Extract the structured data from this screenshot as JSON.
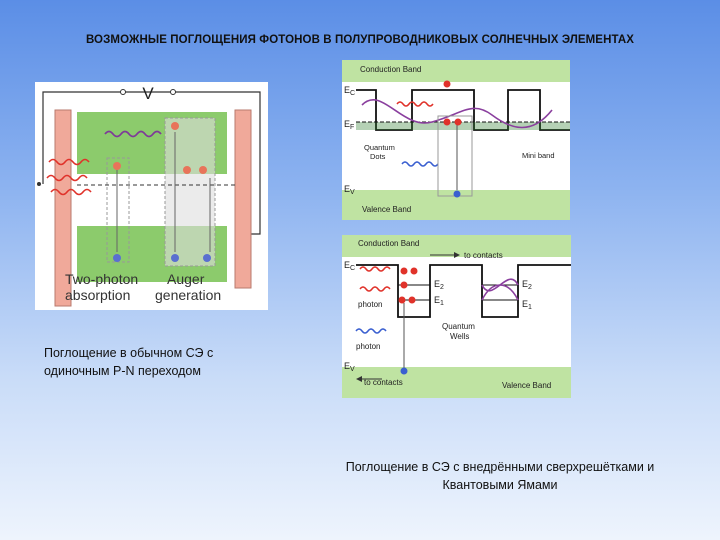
{
  "title": "ВОЗМОЖНЫЕ ПОГЛОЩЕНИЯ ФОТОНОВ В  ПОЛУПРОВОДНИКОВЫХ СОЛНЕЧНЫХ ЭЛЕМЕНТАХ",
  "caption_left_line1": "Поглощение в обычном  СЭ с",
  "caption_left_line2": "одиночным P-N  переходом",
  "caption_right_line1": "Поглощение в СЭ с внедрёнными сверхрешётками и",
  "caption_right_line2": "Квантовыми Ямами",
  "fig1": {
    "voltage": "V",
    "two_photon_1": "Two-photon",
    "two_photon_2": "absorption",
    "auger_1": "Auger",
    "auger_2": "generation"
  },
  "fig2": {
    "conduction_band": "Conduction Band",
    "ec": "E",
    "ec_sub": "C",
    "ef": "E",
    "ef_sub": "F",
    "ev": "E",
    "ev_sub": "V",
    "quantum_dots_1": "Quantum",
    "quantum_dots_2": "Dots",
    "mini_band": "Mini band",
    "valence_band": "Valence Band"
  },
  "fig3": {
    "conduction_band": "Conduction Band",
    "to_contacts_top": "to contacts",
    "ec": "E",
    "ec_sub": "C",
    "e2": "E",
    "e2_sub": "2",
    "e1": "E",
    "e1_sub": "1",
    "photon_1": "photon",
    "photon_2": "photon",
    "quantum_wells_1": "Quantum",
    "quantum_wells_2": "Wells",
    "ev": "E",
    "ev_sub": "V",
    "to_contacts_bottom": "to contacts",
    "valence_band": "Valence Band"
  },
  "colors": {
    "band_green": "#bfe3a2",
    "cell_green": "#8ccb6c",
    "pink_bar": "#f0a99a",
    "photon_red": "#e0322a",
    "photon_purple": "#7e3a98",
    "electron": "#e8745a",
    "hole": "#5a6fd0",
    "wave_purple": "#8a3f9e"
  }
}
